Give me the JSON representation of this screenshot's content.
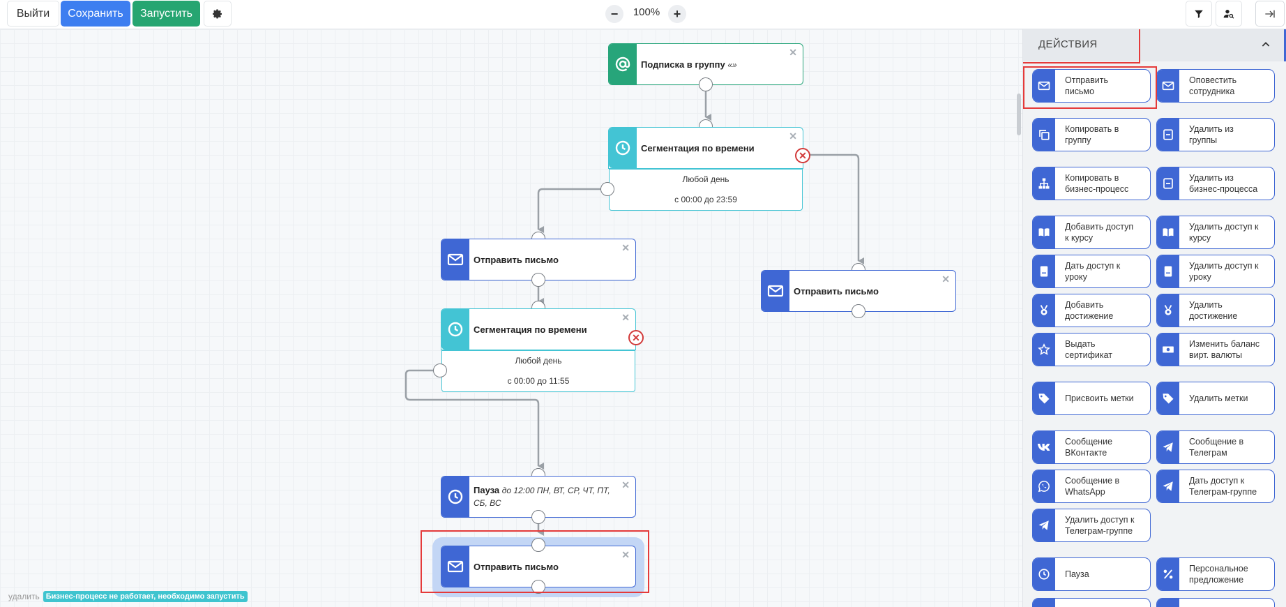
{
  "toolbar": {
    "exit_label": "Выйти",
    "save_label": "Сохранить",
    "run_label": "Запустить",
    "zoom_minus": "−",
    "zoom_plus": "+",
    "zoom_level": "100%"
  },
  "colors": {
    "primary": "#3d7ef0",
    "success": "#26a571",
    "node_blue": "#3f67d4",
    "node_green": "#27a57a",
    "node_cyan": "#43c4d4",
    "error": "#d23a3a",
    "highlight": "#e53a3a"
  },
  "canvas": {
    "nodes": {
      "subscribe": {
        "title": "Подписка в группу",
        "subtitle": "«»",
        "icon": "at-icon"
      },
      "seg1": {
        "title": "Сегментация по времени",
        "cond_day": "Любой день",
        "cond_time": "с 00:00 до 23:59",
        "icon": "clock-icon"
      },
      "mail1": {
        "title": "Отправить письмо",
        "icon": "mail-icon"
      },
      "seg2": {
        "title": "Сегментация по времени",
        "cond_day": "Любой день",
        "cond_time": "с 00:00 до 11:55",
        "icon": "clock-icon"
      },
      "mail_right": {
        "title": "Отправить письмо",
        "icon": "mail-icon"
      },
      "pause": {
        "title": "Пауза",
        "subtitle": "до 12:00 ПН, ВТ, СР, ЧТ, ПТ, СБ, ВС",
        "icon": "clock-icon"
      },
      "mail_selected": {
        "title": "Отправить письмо",
        "icon": "mail-icon"
      }
    },
    "close_symbol": "✕",
    "no_branch_symbol": "✕"
  },
  "status": {
    "delete_label": "удалить",
    "badge": "Бизнес-процесс не работает, необходимо запустить"
  },
  "sidebar": {
    "title": "ДЕЙСТВИЯ",
    "actions": [
      {
        "label": "Отправить\nписьмо",
        "icon": "mail-icon"
      },
      {
        "label": "Оповестить\nсотрудника",
        "icon": "mail-icon"
      },
      {
        "label": "Копировать в\nгруппу",
        "icon": "copy-icon"
      },
      {
        "label": "Удалить из\nгруппы",
        "icon": "minus-box-icon"
      },
      {
        "label": "Копировать в\nбизнес-процесс",
        "icon": "sitemap-icon"
      },
      {
        "label": "Удалить из\nбизнес-процесса",
        "icon": "minus-box-icon"
      },
      {
        "label": "Добавить доступ\nк курсу",
        "icon": "book-icon"
      },
      {
        "label": "Удалить доступ к\nкурсу",
        "icon": "book-icon"
      },
      {
        "label": "Дать доступ к\nуроку",
        "icon": "lesson-icon"
      },
      {
        "label": "Удалить доступ к\nуроку",
        "icon": "lesson-icon"
      },
      {
        "label": "Добавить\nдостижение",
        "icon": "medal-icon"
      },
      {
        "label": "Удалить\nдостижение",
        "icon": "medal-icon"
      },
      {
        "label": "Выдать\nсертификат",
        "icon": "star-icon"
      },
      {
        "label": "Изменить баланс\nвирт. валюты",
        "icon": "money-icon"
      },
      {
        "label": "Присвоить метки",
        "icon": "tag-icon"
      },
      {
        "label": "Удалить метки",
        "icon": "tag-icon"
      },
      {
        "label": "Сообщение\nВКонтакте",
        "icon": "vk-icon"
      },
      {
        "label": "Сообщение в\nТелеграм",
        "icon": "telegram-icon"
      },
      {
        "label": "Сообщение в\nWhatsApp",
        "icon": "whatsapp-icon"
      },
      {
        "label": "Дать доступ к\nТелеграм-группе",
        "icon": "telegram-icon"
      },
      {
        "label": "Удалить доступ к\nТелеграм-группе",
        "icon": "telegram-icon"
      },
      {
        "label": "Пауза",
        "icon": "clock-icon"
      },
      {
        "label": "Персональное\nпредложение",
        "icon": "percent-icon"
      }
    ]
  }
}
